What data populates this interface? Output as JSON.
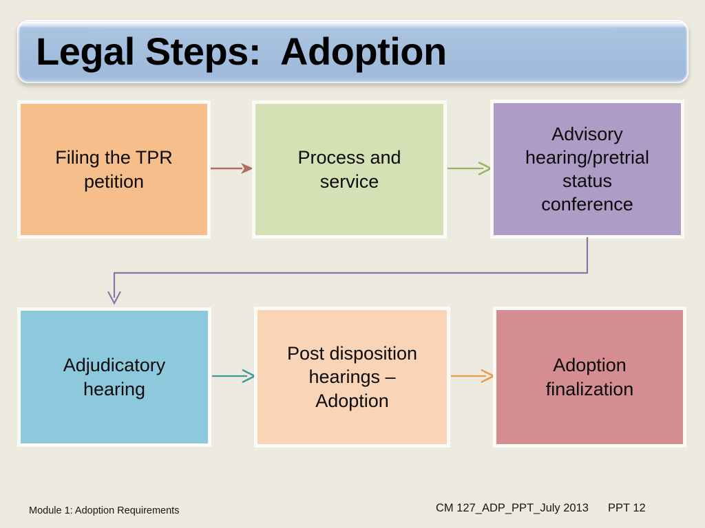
{
  "slide": {
    "background_color": "#EDEAE0",
    "title": "Legal Steps:  Adoption",
    "title_banner_color": "#A3BEDD"
  },
  "flow": {
    "boxes": [
      {
        "id": "filing-tpr-petition",
        "label": "Filing the TPR\npetition",
        "fill": "#F6BE8B"
      },
      {
        "id": "process-and-service",
        "label": "Process and\nservice",
        "fill": "#D5E0B5"
      },
      {
        "id": "advisory-hearing-pretrial-status-conference",
        "label": "Advisory\nhearing/pretrial\nstatus\nconference",
        "fill": "#AE9BC6"
      },
      {
        "id": "adjudicatory-hearing",
        "label": "Adjudicatory\nhearing",
        "fill": "#8CC9DD"
      },
      {
        "id": "post-disposition-hearings-adoption",
        "label": "Post disposition\nhearings –\nAdoption",
        "fill": "#FAD4B7"
      },
      {
        "id": "adoption-finalization",
        "label": "Adoption\nfinalization",
        "fill": "#D48E92"
      }
    ],
    "arrows": [
      {
        "id": "filing-to-process",
        "color": "#B06A60",
        "style": "solid-head"
      },
      {
        "id": "process-to-advisory",
        "color": "#9AB464",
        "style": "open-head"
      },
      {
        "id": "adjudicatory-to-post",
        "color": "#3D9B9B",
        "style": "open-head"
      },
      {
        "id": "post-to-finalization",
        "color": "#E89A4A",
        "style": "open-head"
      },
      {
        "id": "advisory-to-adjudicatory",
        "color": "#8B73A8",
        "style": "elbow"
      }
    ]
  },
  "footer": {
    "left": "Module 1: Adoption Requirements",
    "code": "CM 127_ADP_PPT_July 2013",
    "page": "PPT 12"
  }
}
